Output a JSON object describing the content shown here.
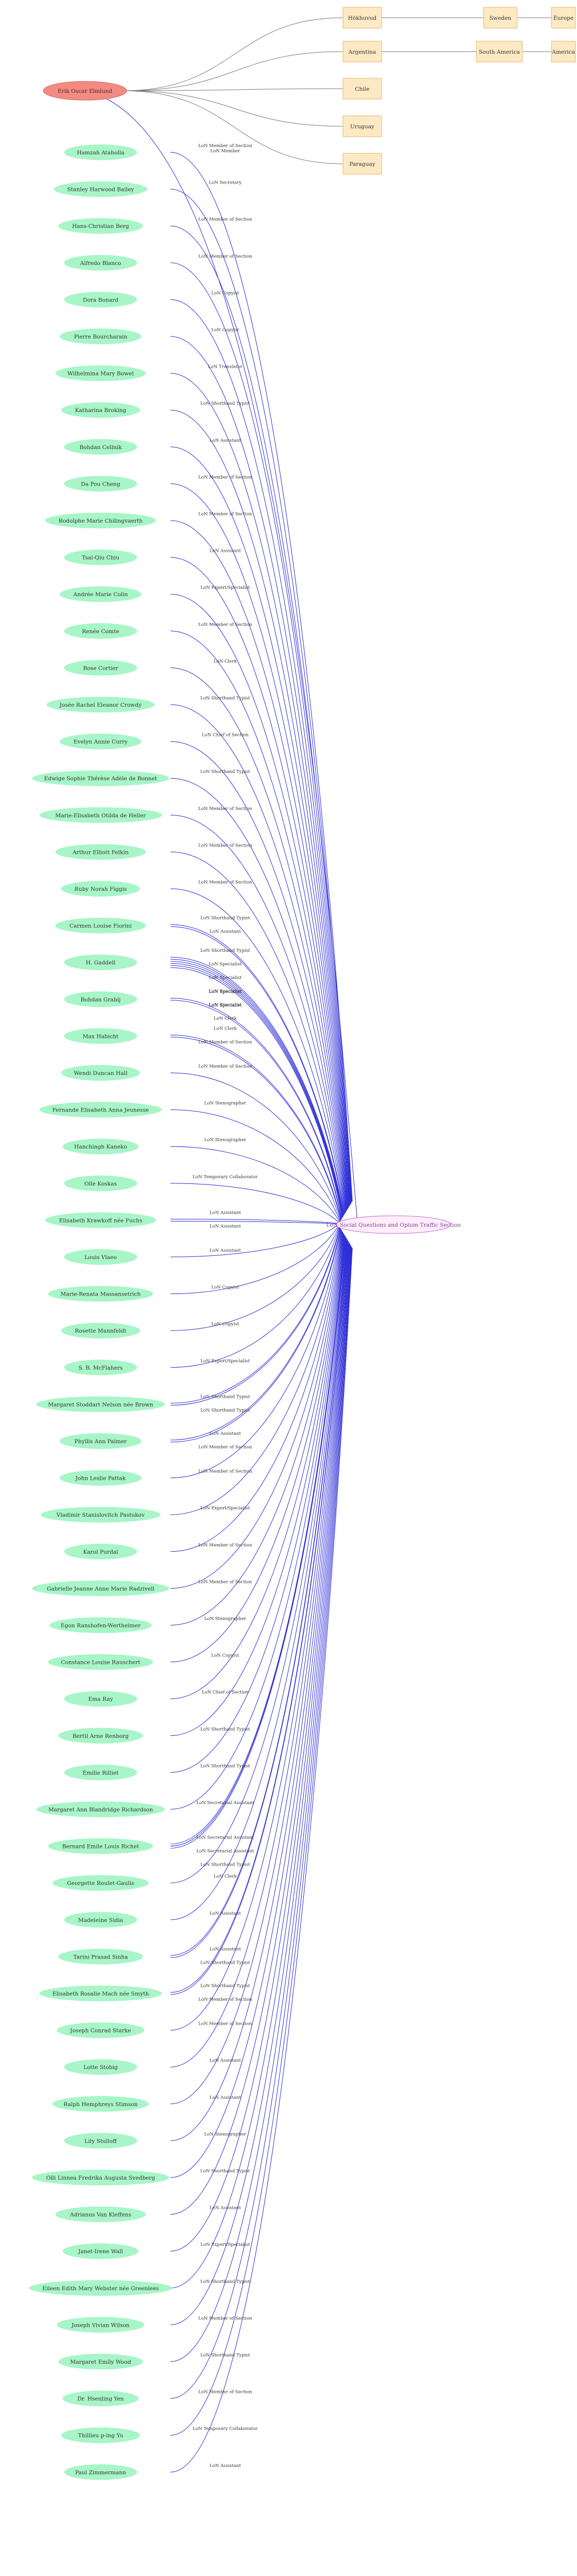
{
  "root": {
    "label": "Erik Oscar Elmlund"
  },
  "center": {
    "label": "LoN Social Questions and Opium Traffic Section"
  },
  "places": [
    {
      "label": "Hökhuvud"
    },
    {
      "label": "Sweden"
    },
    {
      "label": "Europe"
    },
    {
      "label": "Argentina"
    },
    {
      "label": "South America"
    },
    {
      "label": "America"
    },
    {
      "label": "Chile"
    },
    {
      "label": "Uruguay"
    },
    {
      "label": "Paraguay"
    }
  ],
  "root_center_edge_label": "LoN Member",
  "people": [
    {
      "name": "Hamzah Ataholla",
      "edges": [
        "LoN Member of Section"
      ]
    },
    {
      "name": "Stanley Harwood Bailey",
      "edges": [
        "LoN Secretary"
      ]
    },
    {
      "name": "Hans-Christian Berg",
      "edges": [
        "LoN Member of Section"
      ]
    },
    {
      "name": "Alfredo Blanco",
      "edges": [
        "LoN Member of Section"
      ]
    },
    {
      "name": "Dora Bonard",
      "edges": [
        "LoN Copyist"
      ]
    },
    {
      "name": "Pierre Bourcharain",
      "edges": [
        "LoN Copyist"
      ]
    },
    {
      "name": "Wilhelmina Mary Bowel",
      "edges": [
        "LoN Translator"
      ]
    },
    {
      "name": "Katharina Broking",
      "edges": [
        "LoN Shorthand Typist"
      ]
    },
    {
      "name": "Bohdan Cellnik",
      "edges": [
        "LoN Assistant"
      ]
    },
    {
      "name": "Da Pou Cheng",
      "edges": [
        "LoN Member of Section"
      ]
    },
    {
      "name": "Rodolphe Marie Chilingvaerth",
      "edges": [
        "LoN Member of Section"
      ]
    },
    {
      "name": "Tsai-Qiu Chiu",
      "edges": [
        "LoN Assistant"
      ]
    },
    {
      "name": "Andrée Marie Colin",
      "edges": [
        "LoN Expert/Specialist"
      ]
    },
    {
      "name": "Renée Comte",
      "edges": [
        "LoN Member of Section"
      ]
    },
    {
      "name": "Rose Cortier",
      "edges": [
        "LoN Clerk"
      ]
    },
    {
      "name": "Josée Rachel Eleanor Crowdy",
      "edges": [
        "LoN Shorthand Typist"
      ]
    },
    {
      "name": "Evelyn Annie Curry",
      "edges": [
        "LoN Chief of Section"
      ]
    },
    {
      "name": "Edwige Sophie Thérèse Adèle de Bonnet",
      "edges": [
        "LoN Shorthand Typist"
      ]
    },
    {
      "name": "Marie-Elisabeth Otilda de Heller",
      "edges": [
        "LoN Member of Section"
      ]
    },
    {
      "name": "Arthur Elliott Felkin",
      "edges": [
        "LoN Member of Section"
      ]
    },
    {
      "name": "Ruby Norah Figgis",
      "edges": [
        "LoN Member of Section"
      ]
    },
    {
      "name": "Carmen Louise Fiorini",
      "edges": [
        "LoN Shorthand Typist",
        "LoN Assistant"
      ]
    },
    {
      "name": "H. Gaddell",
      "edges": [
        "LoN Shorthand Typist",
        "LoN Specialist",
        "LoN Specialist",
        "LoN Specialist",
        "LoN Specialist",
        "LoN Clerk"
      ]
    },
    {
      "name": "Bohdan Grabij",
      "edges": [
        "LoN Specialist",
        "LoN Specialist"
      ]
    },
    {
      "name": "Max Habicht",
      "edges": [
        "LoN Clerk",
        "LoN Member of Section"
      ]
    },
    {
      "name": "Wendi Duncan Hall",
      "edges": [
        "LoN Member of Section"
      ]
    },
    {
      "name": "Fernande Elisabeth Anna Jeunesse",
      "edges": [
        "LoN Stenographer"
      ]
    },
    {
      "name": "Hanchingh Kaneko",
      "edges": [
        "LoN Stenographer"
      ]
    },
    {
      "name": "Olle Koskas",
      "edges": [
        "LoN Temporary Collaborator"
      ]
    },
    {
      "name": "Elisabeth Krawkoff née Fuchs",
      "edges": [
        "LoN Assistant",
        "LoN Assistant"
      ]
    },
    {
      "name": "Louis Vlaeo",
      "edges": [
        "LoN Assistant"
      ]
    },
    {
      "name": "Marie-Renata Massansetrich",
      "edges": [
        "LoN Copyist"
      ]
    },
    {
      "name": "Rosette Mannfeldt",
      "edges": [
        "LoN Copyist"
      ]
    },
    {
      "name": "S. B. McFlahers",
      "edges": [
        "LoN Expert/Specialist"
      ]
    },
    {
      "name": "Margaret Stoddart Nelson née Brown",
      "edges": [
        "LoN Shorthand Typist",
        "LoN Shorthand Typist"
      ]
    },
    {
      "name": "Phyllis Ann Palmer",
      "edges": [
        "LoN Assistant",
        "LoN Member of Section"
      ]
    },
    {
      "name": "John Leslie Pattak",
      "edges": [
        "LoN Member of Section"
      ]
    },
    {
      "name": "Vladimir Stanislovitch Pastukov",
      "edges": [
        "LoN Expert/Specialist"
      ]
    },
    {
      "name": "Karol Purdal",
      "edges": [
        "LoN Member of Section"
      ]
    },
    {
      "name": "Gabrielle Jeanne Anne Marie Radzivell",
      "edges": [
        "LoN Member of Section"
      ]
    },
    {
      "name": "Egon Ranshofen-Wertheimer",
      "edges": [
        "LoN Stenographer"
      ]
    },
    {
      "name": "Constance Louise Rauschert",
      "edges": [
        "LoN Copyist"
      ]
    },
    {
      "name": "Ema Ray",
      "edges": [
        "LoN Chief of Section"
      ]
    },
    {
      "name": "Bertil Arne Renborg",
      "edges": [
        "LoN Shorthand Typist"
      ]
    },
    {
      "name": "Émilie Rilliet",
      "edges": [
        "LoN Shorthand Typist"
      ]
    },
    {
      "name": "Margaret Ann Blandridge Richardson",
      "edges": [
        "LoN Secretarial Assistant"
      ]
    },
    {
      "name": "Bernard Emile Louis Richet",
      "edges": [
        "LoN Secretarial Assistant",
        "LoN Secretarial Assistant",
        "LoN Shorthand Typist"
      ]
    },
    {
      "name": "Georgette Roulet-Gaulis",
      "edges": [
        "LoN Clerk"
      ]
    },
    {
      "name": "Madeleine Sidia",
      "edges": [
        "LoN Assistant"
      ]
    },
    {
      "name": "Tarini Prasad Sinha",
      "edges": [
        "LoN Assistant",
        "LoN Shorthand Typist"
      ]
    },
    {
      "name": "Elisabeth Rosalie Mach née Smyth",
      "edges": [
        "LoN Shorthand Typist",
        "LoN Member of Section"
      ]
    },
    {
      "name": "Joseph Conrad Starke",
      "edges": [
        "LoN Member of Section"
      ]
    },
    {
      "name": "Lotte Stobig",
      "edges": [
        "LoN Assistant"
      ]
    },
    {
      "name": "Ralph Hemphreys Stimson",
      "edges": [
        "LoN Assistant"
      ]
    },
    {
      "name": "Lily Stulloff",
      "edges": [
        "LoN Stenographer"
      ]
    },
    {
      "name": "Olli Linnea Fredrika Augusta Svedberg",
      "edges": [
        "LoN Shorthand Typist"
      ]
    },
    {
      "name": "Adrianus Van Kleffens",
      "edges": [
        "LoN Assistant"
      ]
    },
    {
      "name": "Janet-Irene Wall",
      "edges": [
        "LoN Expert/Specialist"
      ]
    },
    {
      "name": "Eileen Edith Mary Webster née Greenlees",
      "edges": [
        "LoN Shorthand Typist"
      ]
    },
    {
      "name": "Joseph Vivian Wilson",
      "edges": [
        "LoN Member of Section"
      ]
    },
    {
      "name": "Margaret Emily Wood",
      "edges": [
        "LoN Shorthand Typist"
      ]
    },
    {
      "name": "Dr. Hsenling Yen",
      "edges": [
        "LoN Member of Section"
      ]
    },
    {
      "name": "Thillieu p-ing Yu",
      "edges": [
        "LoN Temporary Collaborator"
      ]
    },
    {
      "name": "Paul Zimmermann",
      "edges": [
        "LoN Assistant"
      ]
    }
  ]
}
